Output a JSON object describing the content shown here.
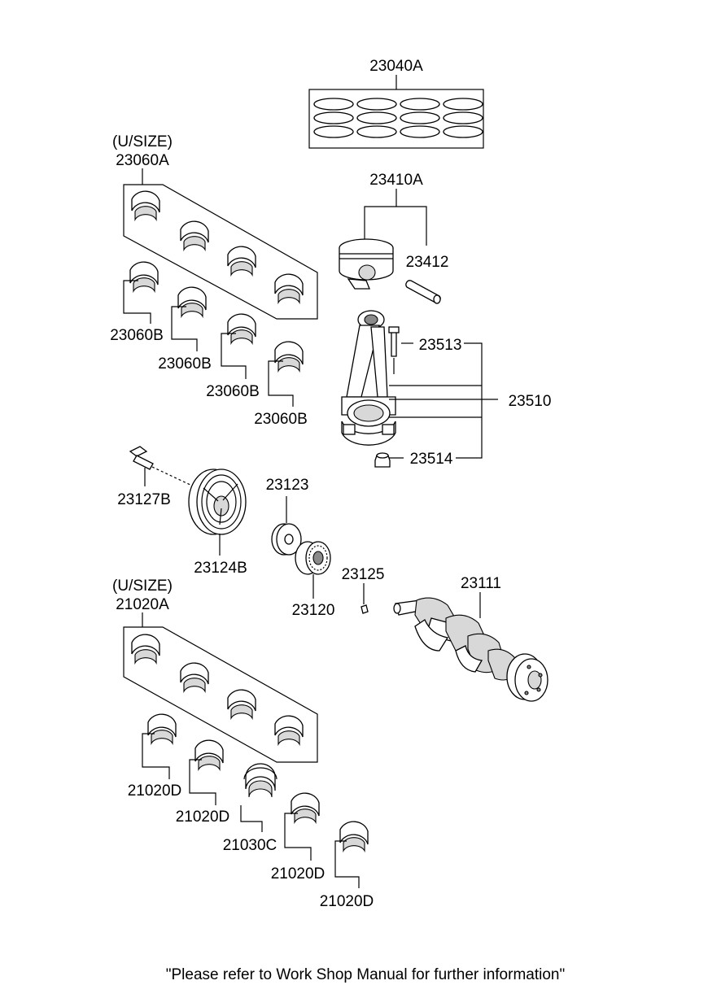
{
  "labels": {
    "l23040A": "23040A",
    "l23060A_usize": "(U/SIZE)",
    "l23060A": "23060A",
    "l23410A": "23410A",
    "l23412": "23412",
    "l23060B_1": "23060B",
    "l23060B_2": "23060B",
    "l23060B_3": "23060B",
    "l23060B_4": "23060B",
    "l23513": "23513",
    "l23510": "23510",
    "l23514": "23514",
    "l23127B": "23127B",
    "l23123": "23123",
    "l23124B": "23124B",
    "l23120": "23120",
    "l23125": "23125",
    "l23111": "23111",
    "l21020A_usize": "(U/SIZE)",
    "l21020A": "21020A",
    "l21020D_1": "21020D",
    "l21020D_2": "21020D",
    "l21030C": "21030C",
    "l21020D_3": "21020D",
    "l21020D_4": "21020D"
  },
  "footer_note": "\"Please refer to Work Shop Manual for further information\""
}
